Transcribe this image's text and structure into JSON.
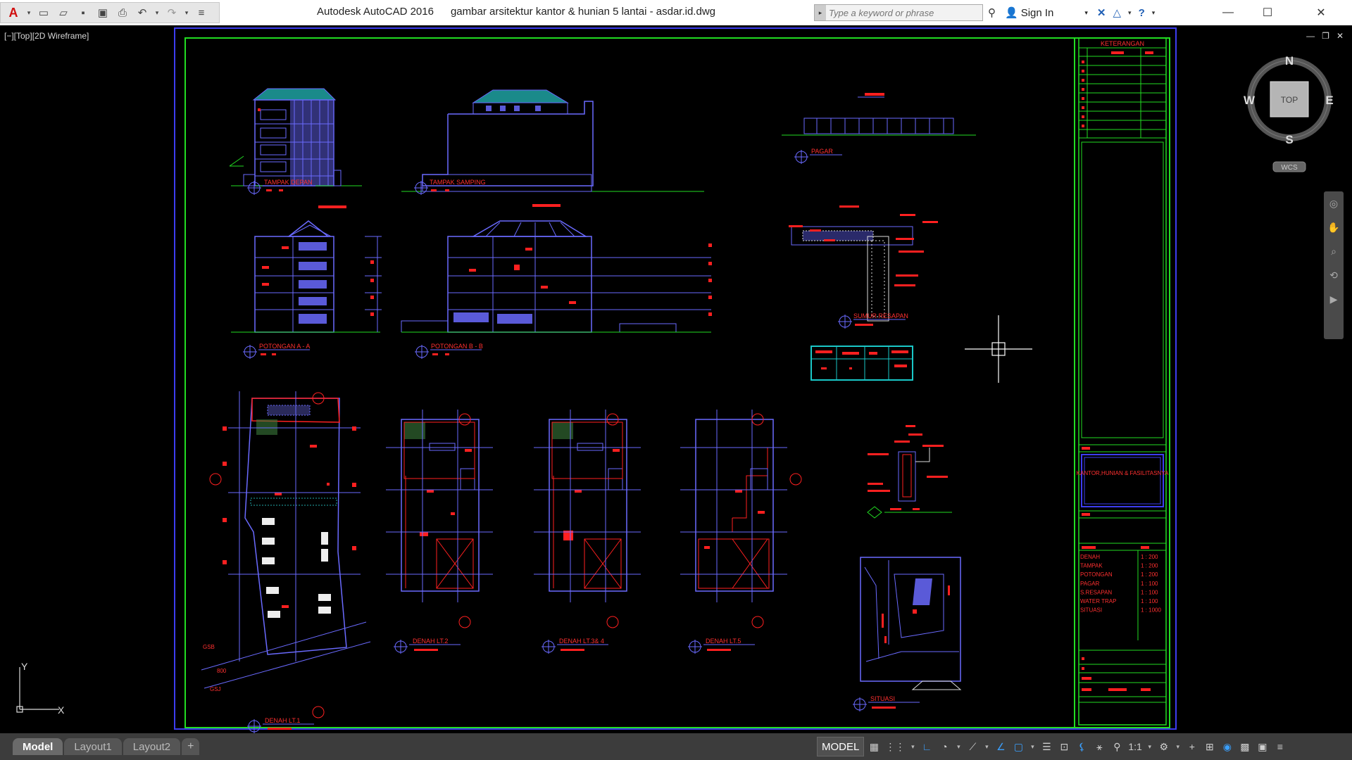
{
  "titlebar": {
    "app_title": "Autodesk AutoCAD 2016",
    "doc_title": "gambar arsitektur kantor & hunian 5 lantai - asdar.id.dwg",
    "search_placeholder": "Type a keyword or phrase",
    "sign_in": "Sign In"
  },
  "viewport": {
    "view_label": "[−][Top][2D Wireframe]"
  },
  "viewcube": {
    "north": "N",
    "south": "S",
    "east": "E",
    "west": "W",
    "face": "TOP",
    "ucs": "WCS"
  },
  "sheet": {
    "views": [
      {
        "label": "TAMPAK DEPAN"
      },
      {
        "label": "TAMPAK SAMPING"
      },
      {
        "label": "PAGAR"
      },
      {
        "label": "POTONGAN A - A"
      },
      {
        "label": "POTONGAN B - B"
      },
      {
        "label": "SUMUR RESAPAN"
      },
      {
        "label": "DENAH LT.2"
      },
      {
        "label": "DENAH LT.3& 4"
      },
      {
        "label": "DENAH LT.5"
      },
      {
        "label": "DENAH LT.1"
      },
      {
        "label": "SITUASI"
      }
    ],
    "title_block": {
      "header": "KETERANGAN",
      "project": "KANTOR,HUNIAN & FASILITASNYA",
      "scales": [
        {
          "name": "DENAH",
          "scale": "1 : 200"
        },
        {
          "name": "TAMPAK",
          "scale": "1 : 200"
        },
        {
          "name": "POTONGAN",
          "scale": "1 : 200"
        },
        {
          "name": "PAGAR",
          "scale": "1 : 100"
        },
        {
          "name": "S.RESAPAN",
          "scale": "1 : 100"
        },
        {
          "name": "WATER TRAP",
          "scale": "1 : 100"
        },
        {
          "name": "SITUASI",
          "scale": "1 : 1000"
        }
      ]
    },
    "gsb_labels": [
      "GSB",
      "GSJ"
    ],
    "dim_labels": [
      "800"
    ]
  },
  "axes": {
    "y": "Y",
    "x": "X"
  },
  "tabs": {
    "model": "Model",
    "layout1": "Layout1",
    "layout2": "Layout2",
    "add": "+"
  },
  "status": {
    "model": "MODEL",
    "scale": "1:1"
  }
}
